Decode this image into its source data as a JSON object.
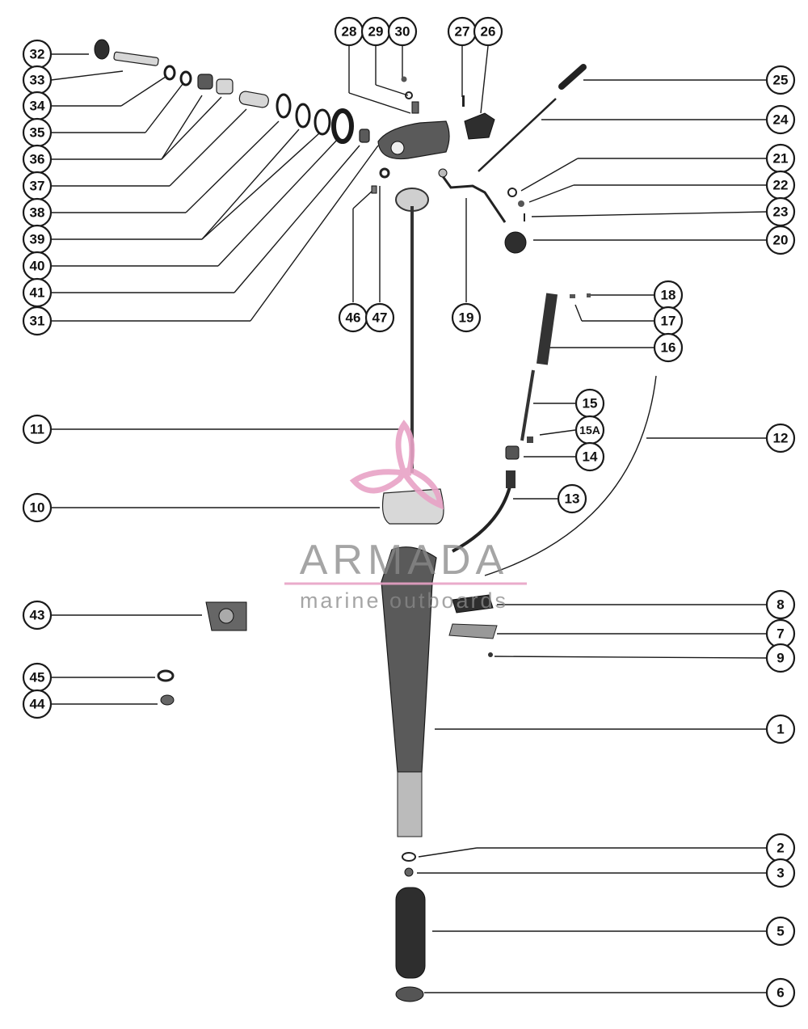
{
  "watermark": {
    "brand": "ARMADA",
    "tagline": "marine outboards",
    "accent_color": "#e8a2c6"
  },
  "callouts": [
    {
      "id": "32",
      "label": "32"
    },
    {
      "id": "33",
      "label": "33"
    },
    {
      "id": "34",
      "label": "34"
    },
    {
      "id": "35",
      "label": "35"
    },
    {
      "id": "36",
      "label": "36"
    },
    {
      "id": "37",
      "label": "37"
    },
    {
      "id": "38",
      "label": "38"
    },
    {
      "id": "39",
      "label": "39"
    },
    {
      "id": "40",
      "label": "40"
    },
    {
      "id": "41",
      "label": "41"
    },
    {
      "id": "31",
      "label": "31"
    },
    {
      "id": "28",
      "label": "28"
    },
    {
      "id": "29",
      "label": "29"
    },
    {
      "id": "30",
      "label": "30"
    },
    {
      "id": "27",
      "label": "27"
    },
    {
      "id": "26",
      "label": "26"
    },
    {
      "id": "25",
      "label": "25"
    },
    {
      "id": "24",
      "label": "24"
    },
    {
      "id": "21",
      "label": "21"
    },
    {
      "id": "22",
      "label": "22"
    },
    {
      "id": "23",
      "label": "23"
    },
    {
      "id": "20",
      "label": "20"
    },
    {
      "id": "46",
      "label": "46"
    },
    {
      "id": "47",
      "label": "47"
    },
    {
      "id": "19",
      "label": "19"
    },
    {
      "id": "18",
      "label": "18"
    },
    {
      "id": "17",
      "label": "17"
    },
    {
      "id": "16",
      "label": "16"
    },
    {
      "id": "15",
      "label": "15"
    },
    {
      "id": "15A",
      "label": "15A"
    },
    {
      "id": "14",
      "label": "14"
    },
    {
      "id": "13",
      "label": "13"
    },
    {
      "id": "12",
      "label": "12"
    },
    {
      "id": "11",
      "label": "11"
    },
    {
      "id": "10",
      "label": "10"
    },
    {
      "id": "43",
      "label": "43"
    },
    {
      "id": "45",
      "label": "45"
    },
    {
      "id": "44",
      "label": "44"
    },
    {
      "id": "8",
      "label": "8"
    },
    {
      "id": "7",
      "label": "7"
    },
    {
      "id": "9",
      "label": "9"
    },
    {
      "id": "1",
      "label": "1"
    },
    {
      "id": "2",
      "label": "2"
    },
    {
      "id": "3",
      "label": "3"
    },
    {
      "id": "5",
      "label": "5"
    },
    {
      "id": "6",
      "label": "6"
    }
  ]
}
